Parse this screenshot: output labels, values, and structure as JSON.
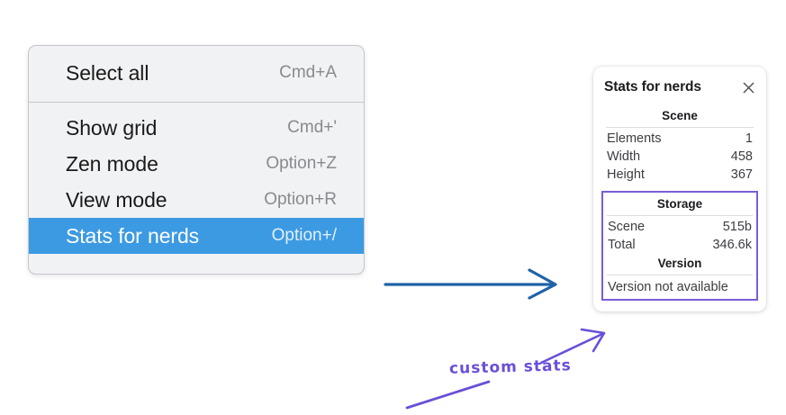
{
  "context_menu": {
    "groups": [
      {
        "items": [
          {
            "label": "Select all",
            "shortcut": "Cmd+A",
            "selected": false
          }
        ]
      },
      {
        "items": [
          {
            "label": "Show grid",
            "shortcut": "Cmd+'",
            "selected": false
          },
          {
            "label": "Zen mode",
            "shortcut": "Option+Z",
            "selected": false
          },
          {
            "label": "View mode",
            "shortcut": "Option+R",
            "selected": false
          },
          {
            "label": "Stats for nerds",
            "shortcut": "Option+/",
            "selected": true
          }
        ]
      }
    ],
    "highlight_color": "#3c9ae3"
  },
  "stats_panel": {
    "title": "Stats for nerds",
    "close_icon": "close-icon",
    "scene": {
      "heading": "Scene",
      "rows": [
        {
          "key": "Elements",
          "value": "1"
        },
        {
          "key": "Width",
          "value": "458"
        },
        {
          "key": "Height",
          "value": "367"
        }
      ]
    },
    "storage": {
      "heading": "Storage",
      "rows": [
        {
          "key": "Scene",
          "value": "515b"
        },
        {
          "key": "Total",
          "value": "346.6k"
        }
      ]
    },
    "version": {
      "heading": "Version",
      "text": "Version not available"
    },
    "highlight_border_color": "#7b5cd6"
  },
  "annotations": {
    "handwritten_note": "custom stats",
    "note_color": "#6b4fd8",
    "arrow_color": "#1f63a8"
  }
}
